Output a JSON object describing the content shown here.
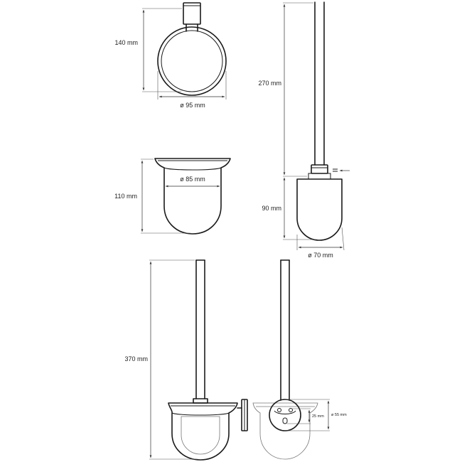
{
  "dimensions": {
    "ring_height": "140 mm",
    "ring_diameter": "ø 95 mm",
    "cup_diameter": "ø 85 mm",
    "cup_height": "110 mm",
    "brush_handle_length": "270 mm",
    "brush_head_height": "90 mm",
    "brush_head_diameter": "ø 70 mm",
    "total_height": "370 mm",
    "plate_offset": "25 mm",
    "plate_diameter": "ø 55 mm"
  }
}
